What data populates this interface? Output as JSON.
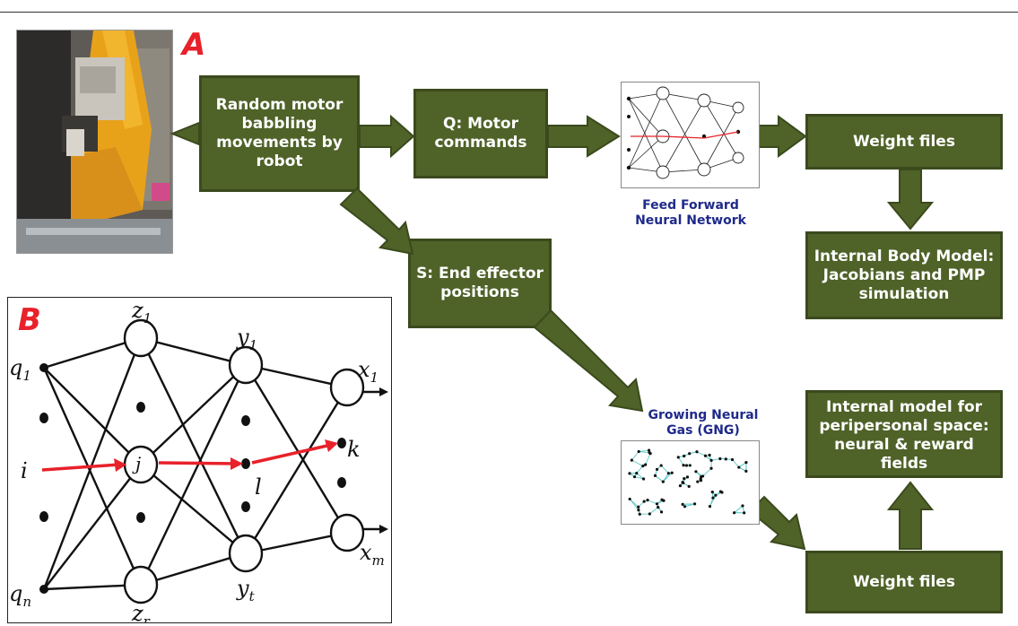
{
  "labels": {
    "panel_a": "A",
    "panel_b": "B"
  },
  "boxes": {
    "random_babbling": "Random motor babbling movements by robot",
    "q_motor": "Q: Motor commands",
    "s_end": "S: End effector positions",
    "weight_files_top": "Weight files",
    "internal_body": "Internal Body Model: Jacobians and PMP simulation",
    "internal_peri": "Internal model for peripersonal space: neural & reward fields",
    "weight_files_bottom": "Weight files"
  },
  "captions": {
    "ffnn": "Feed Forward Neural Network",
    "gng": "Growing Neural Gas (GNG)"
  },
  "network": {
    "inputs": {
      "top": "q",
      "top_sub": "1",
      "mid": "i",
      "bottom": "q",
      "bottom_sub": "n"
    },
    "hidden1": {
      "top": "z",
      "top_sub": "1",
      "mid": "j",
      "bottom": "z",
      "bottom_sub": "r"
    },
    "hidden2": {
      "top": "y",
      "top_sub": "1",
      "mid": "l",
      "bottom": "y",
      "bottom_sub": "t"
    },
    "outputs": {
      "top": "x",
      "top_sub": "1",
      "mid": "k",
      "bottom": "x",
      "bottom_sub": "m"
    }
  },
  "colors": {
    "box_fill": "#4f6228",
    "arrow_fill": "#4f6228",
    "label_red": "#e8212a",
    "caption_blue": "#1f2a8a",
    "path_red": "#e8212a",
    "gng_lines": "#5bc8c8"
  }
}
